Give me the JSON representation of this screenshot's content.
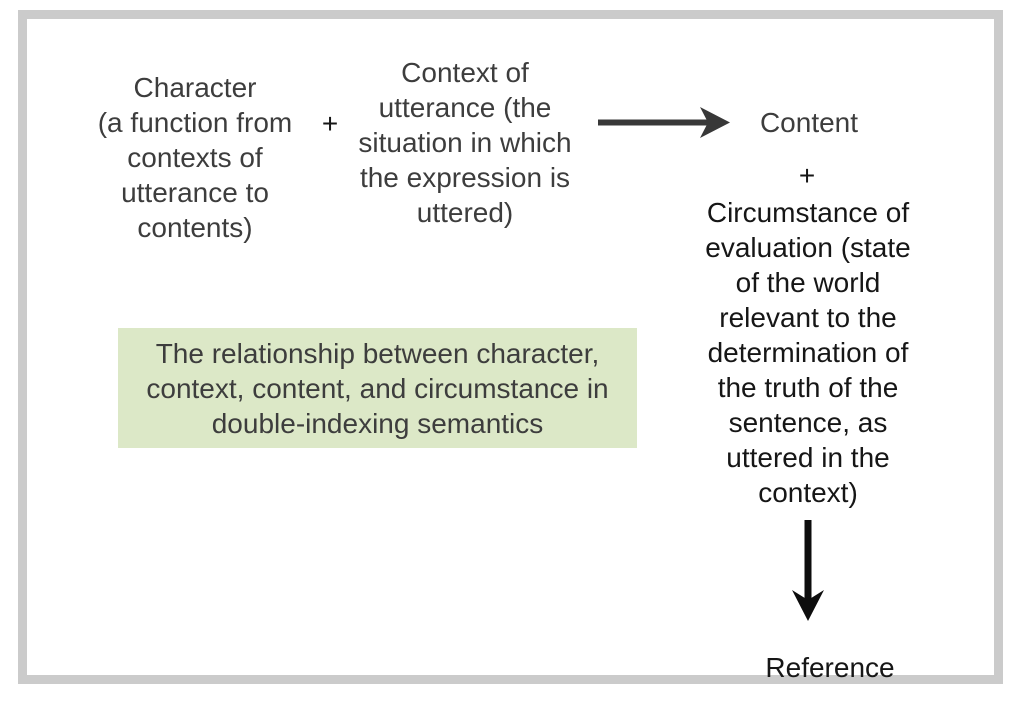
{
  "diagram": {
    "character_block": "Character\n(a function from\ncontexts of\nutterance to\ncontents)",
    "plus_1": "+",
    "context_block": "Context of\nutterance (the\nsituation in which\nthe expression is\nuttered)",
    "content_label": "Content",
    "plus_2": "+",
    "circumstance_block": "Circumstance of\nevaluation (state\nof the world\nrelevant to the\ndetermination of\nthe truth of the\nsentence, as\nuttered in the\ncontext)",
    "reference_label": "Reference",
    "caption": "The relationship between character,\ncontext, content, and circumstance in\ndouble-indexing semantics",
    "icons": {
      "right_arrow": "right-arrow-icon",
      "down_arrow": "down-arrow-icon"
    },
    "colors": {
      "frame_border": "#cbcbcb",
      "text": "#3d3d3d",
      "text_dark": "#161616",
      "right_arrow": "#383838",
      "down_arrow": "#0d0d0d",
      "caption_bg": "#dce8c7"
    }
  }
}
